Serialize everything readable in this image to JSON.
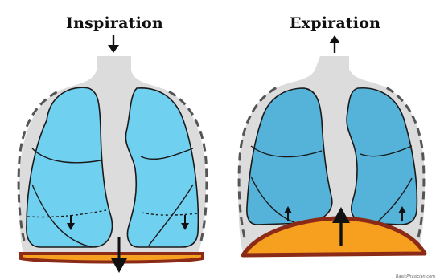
{
  "panels": [
    {
      "title": "Inspiration"
    },
    {
      "title": "Expiration"
    }
  ],
  "credit": "BasicPhysician.com",
  "colors": {
    "background": "#ffffff",
    "thorax": "#dcdcdc",
    "lung_inspiration": "#6fd0f0",
    "lung_expiration": "#55b3da",
    "diaphragm_outer": "#8b2a16",
    "diaphragm_inner": "#f7a01f",
    "outline": "#1a1a1a"
  },
  "icons": [
    "arrow-down-icon",
    "arrow-up-icon"
  ]
}
